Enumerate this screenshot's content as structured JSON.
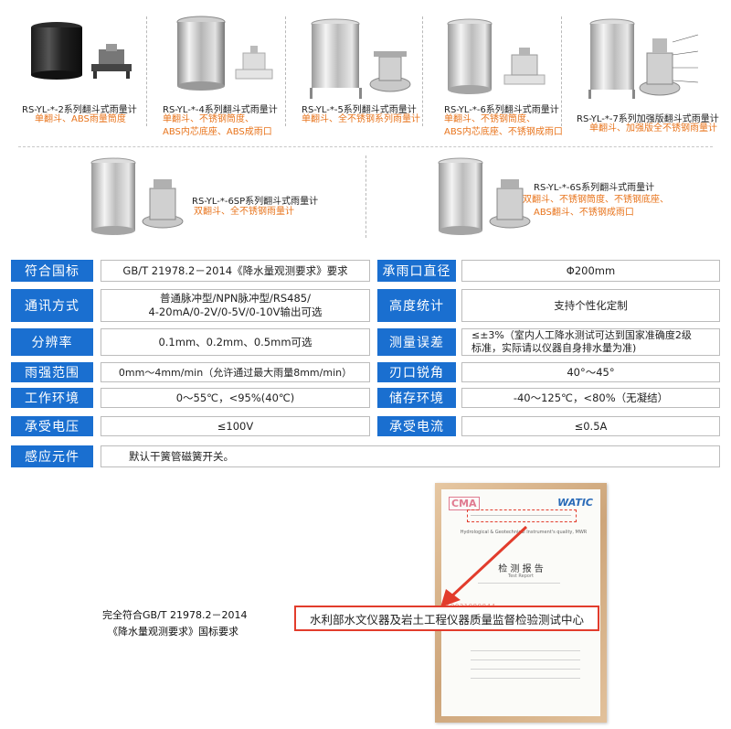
{
  "products": [
    {
      "model": "RS-YL-*-2系列翻斗式雨量计",
      "desc": [
        "单翻斗、ABS雨量筒度"
      ]
    },
    {
      "model": "RS-YL-*-4系列翻斗式雨量计",
      "desc": [
        "单翻斗、不锈钢筒度、",
        "ABS内芯底座、ABS成雨口"
      ]
    },
    {
      "model": "RS-YL-*-5系列翻斗式雨量计",
      "desc": [
        "单翻斗、全不锈钢系列雨量计"
      ]
    },
    {
      "model": "RS-YL-*-6系列翻斗式雨量计",
      "desc": [
        "单翻斗、不锈钢筒度、",
        "ABS内芯底座、不锈钢成雨口"
      ]
    },
    {
      "model": "RS-YL-*-7系列加强版翻斗式雨量计",
      "desc": [
        "单翻斗、加强版全不锈钢雨量计"
      ]
    },
    {
      "model": "RS-YL-*-6SP系列翻斗式雨量计",
      "desc": [
        "双翻斗、全不锈钢雨量计"
      ]
    },
    {
      "model": "RS-YL-*-6S系列翻斗式雨量计",
      "desc": [
        "双翻斗、不锈钢筒度、不锈钢底座、",
        "ABS翻斗、不锈钢成雨口"
      ]
    }
  ],
  "specs": {
    "standard": {
      "label": "符合国标",
      "value": "GB/T 21978.2－2014《降水量观测要求》要求"
    },
    "orifice": {
      "label": "承雨口直径",
      "value": "Φ200mm"
    },
    "output": {
      "label": "通讯方式",
      "value": [
        "普通脉冲型/NPN脉冲型/RS485/",
        "4-20mA/0-2V/0-5V/0-10V输出可选"
      ]
    },
    "height": {
      "label": "高度统计",
      "value": "支持个性化定制"
    },
    "resolution": {
      "label": "分辨率",
      "value": "0.1mm、0.2mm、0.5mm可选"
    },
    "error": {
      "label": "测量误差",
      "value": [
        "≤±3%（室内人工降水测试可达到国家准确度2级",
        "标准，实际请以仪器自身排水量为准)"
      ]
    },
    "intensity": {
      "label": "雨强范围",
      "value": "0mm～4mm/min（允许通过最大雨量8mm/min）"
    },
    "edge": {
      "label": "刃口锐角",
      "value": "40°～45°"
    },
    "work_env": {
      "label": "工作环境",
      "value": "0～55℃，<95%(40℃)"
    },
    "storage_env": {
      "label": "储存环境",
      "value": "-40～125℃，<80%（无凝结）"
    },
    "voltage": {
      "label": "承受电压",
      "value": "≤100V"
    },
    "current": {
      "label": "承受电流",
      "value": "≤0.5A"
    },
    "sensor": {
      "label": "感应元件",
      "value": "默认干簧管磁簧开关。"
    }
  },
  "certificate": {
    "cma_mark": "CMA",
    "brand": "WATIC",
    "org_english": "Hydrological & Geotechnical Instrument's quality, MWR",
    "title": "检 测 报 告",
    "subtitle": "Test Report",
    "serial": "150021080844",
    "callout": "水利部水文仪器及岩土工程仪器质量监督检验测试中心"
  },
  "compliance": [
    "完全符合GB/T 21978.2－2014",
    "《降水量观测要求》国标要求"
  ],
  "colors": {
    "label_bg": "#1a6fd0",
    "accent_orange": "#e8741c",
    "callout_red": "#e23c2c"
  }
}
